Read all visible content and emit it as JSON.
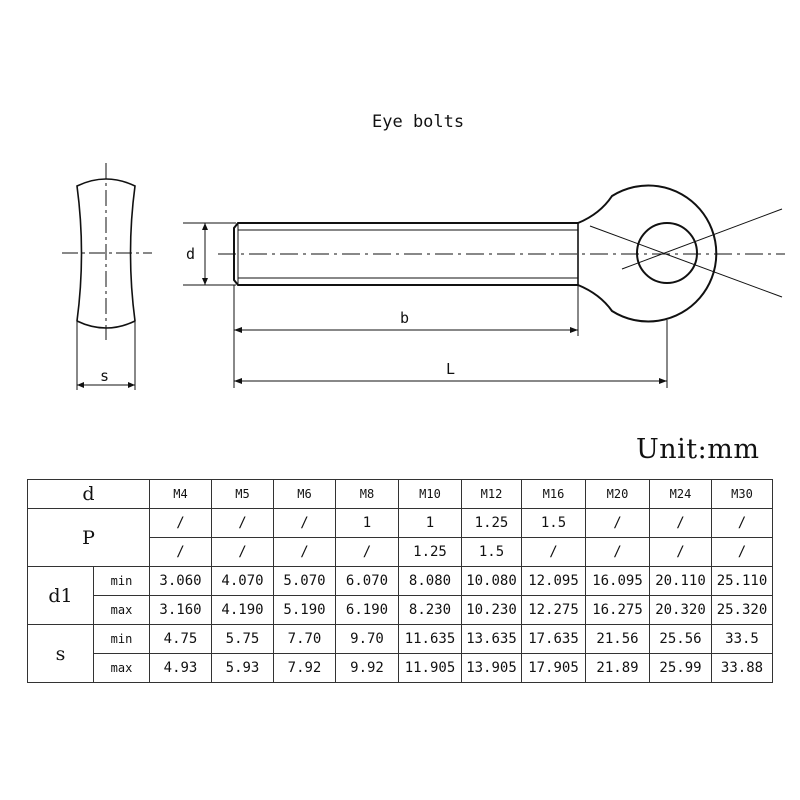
{
  "drawing": {
    "title": "Eye bolts",
    "labels": {
      "d": "d",
      "b": "b",
      "L": "L",
      "s": "s"
    }
  },
  "unit_label": "Unit:mm",
  "table": {
    "header_label": "d",
    "sizes": [
      "M4",
      "M5",
      "M6",
      "M8",
      "M10",
      "M12",
      "M16",
      "M20",
      "M24",
      "M30"
    ],
    "p_label": "P",
    "p_row1": [
      "/",
      "/",
      "/",
      "1",
      "1",
      "1.25",
      "1.5",
      "/",
      "/",
      "/"
    ],
    "p_row2": [
      "/",
      "/",
      "/",
      "/",
      "1.25",
      "1.5",
      "/",
      "/",
      "/",
      "/"
    ],
    "d1_label": "d1",
    "s_label": "s",
    "min_label": "min",
    "max_label": "max",
    "d1_min": [
      "3.060",
      "4.070",
      "5.070",
      "6.070",
      "8.080",
      "10.080",
      "12.095",
      "16.095",
      "20.110",
      "25.110"
    ],
    "d1_max": [
      "3.160",
      "4.190",
      "5.190",
      "6.190",
      "8.230",
      "10.230",
      "12.275",
      "16.275",
      "20.320",
      "25.320"
    ],
    "s_min": [
      "4.75",
      "5.75",
      "7.70",
      "9.70",
      "11.635",
      "13.635",
      "17.635",
      "21.56",
      "25.56",
      "33.5"
    ],
    "s_max": [
      "4.93",
      "5.93",
      "7.92",
      "9.92",
      "11.905",
      "13.905",
      "17.905",
      "21.89",
      "25.99",
      "33.88"
    ]
  }
}
